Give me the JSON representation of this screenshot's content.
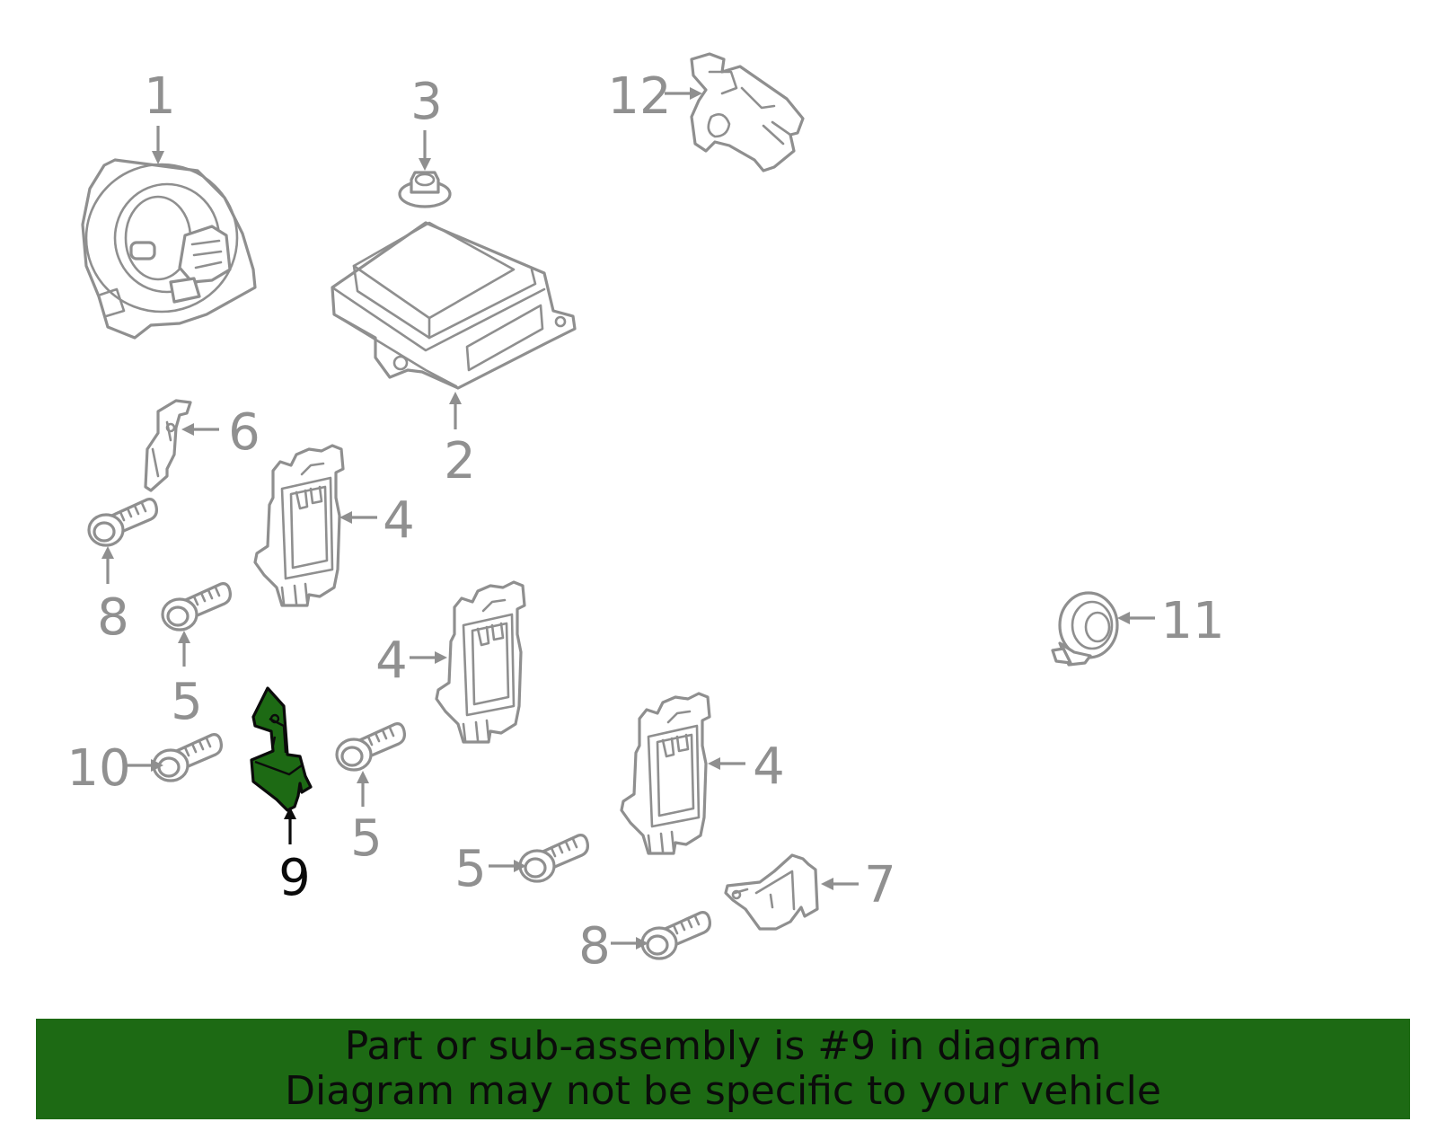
{
  "diagram": {
    "highlighted_part": "9",
    "colors": {
      "line": "#8f8f8f",
      "highlight": "#1d6a14",
      "dark": "#0b0b0b",
      "banner": "#1d6a14"
    },
    "callouts": {
      "c1": "1",
      "c2": "2",
      "c3": "3",
      "c4a": "4",
      "c4b": "4",
      "c4c": "4",
      "c5a": "5",
      "c5b": "5",
      "c5c": "5",
      "c6": "6",
      "c7": "7",
      "c8a": "8",
      "c8b": "8",
      "c9": "9",
      "c10": "10",
      "c11": "11",
      "c12": "12"
    }
  },
  "banner": {
    "line1": "Part or sub-assembly is #9 in diagram",
    "line2": "Diagram may not be specific to your vehicle"
  }
}
